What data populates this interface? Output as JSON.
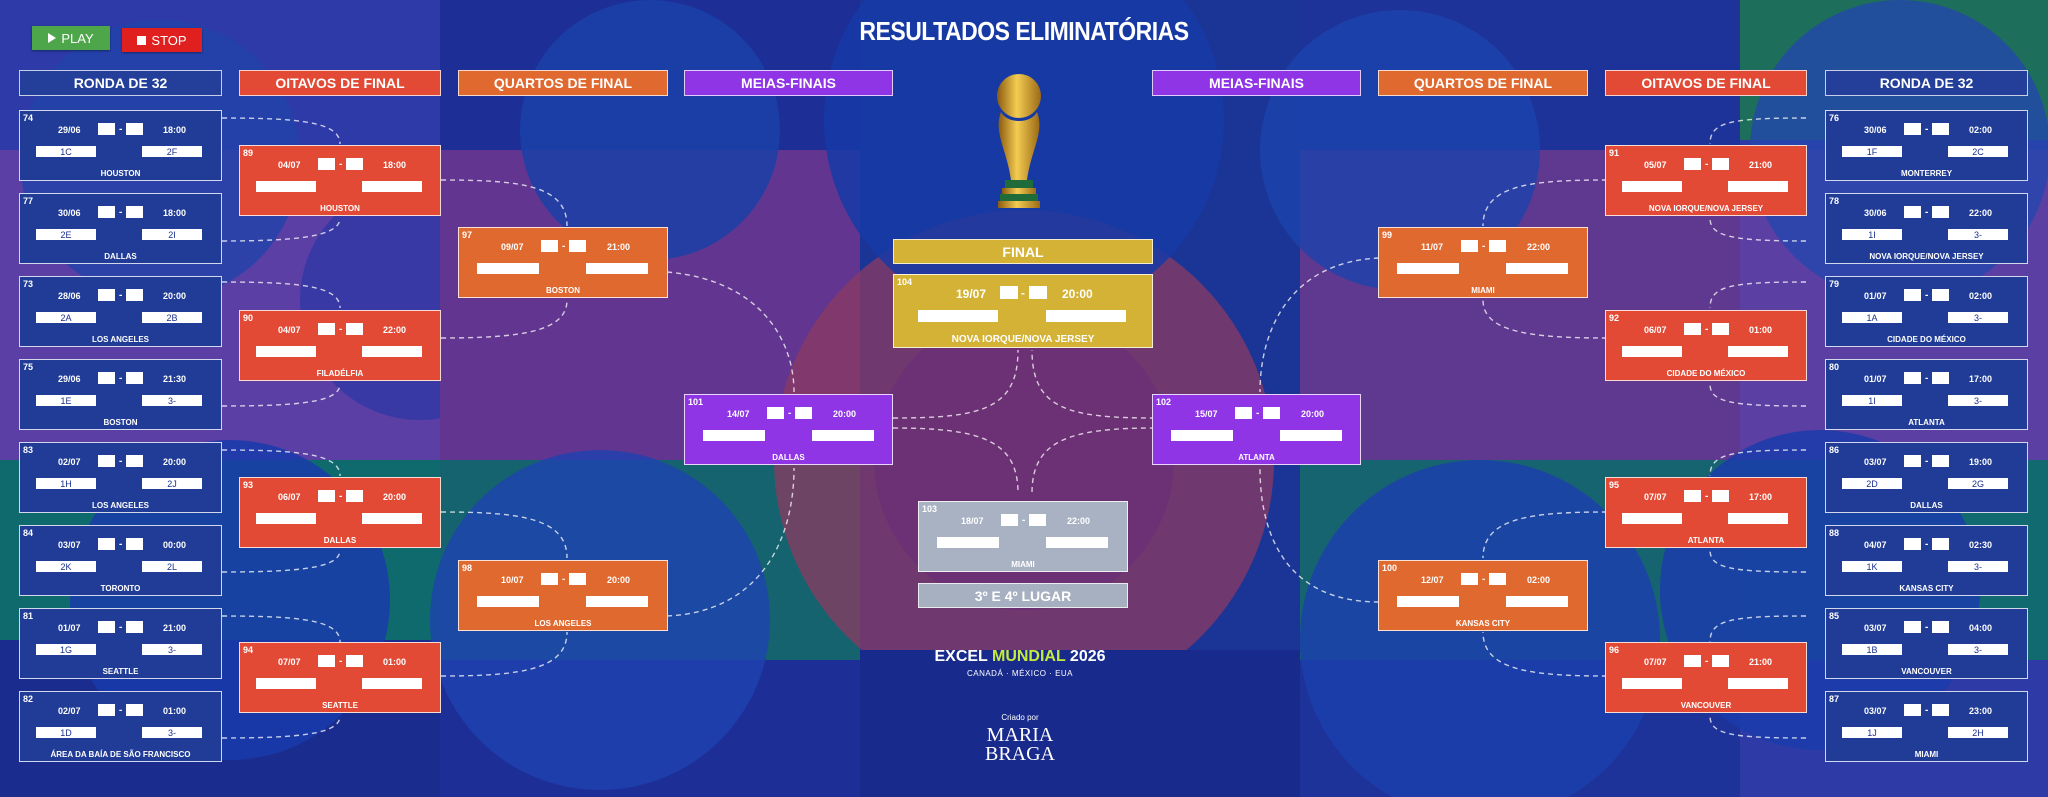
{
  "title": "RESULTADOS ELIMINATÓRIAS",
  "controls": {
    "play": "PLAY",
    "stop": "STOP"
  },
  "rounds": {
    "r32": "RONDA DE 32",
    "o8": "OITAVOS DE FINAL",
    "qf": "QUARTOS DE FINAL",
    "sf": "MEIAS-FINAIS",
    "final": "FINAL",
    "third": "3º E 4º LUGAR"
  },
  "matches": {
    "m74": {
      "num": "74",
      "date": "29/06",
      "time": "18:00",
      "t1": "1C",
      "t2": "2F",
      "venue": "HOUSTON"
    },
    "m77": {
      "num": "77",
      "date": "30/06",
      "time": "18:00",
      "t1": "2E",
      "t2": "2I",
      "venue": "DALLAS"
    },
    "m73": {
      "num": "73",
      "date": "28/06",
      "time": "20:00",
      "t1": "2A",
      "t2": "2B",
      "venue": "LOS ANGELES"
    },
    "m75": {
      "num": "75",
      "date": "29/06",
      "time": "21:30",
      "t1": "1E",
      "t2": "3-",
      "venue": "BOSTON"
    },
    "m83": {
      "num": "83",
      "date": "02/07",
      "time": "20:00",
      "t1": "1H",
      "t2": "2J",
      "venue": "LOS ANGELES"
    },
    "m84": {
      "num": "84",
      "date": "03/07",
      "time": "00:00",
      "t1": "2K",
      "t2": "2L",
      "venue": "TORONTO"
    },
    "m81": {
      "num": "81",
      "date": "01/07",
      "time": "21:00",
      "t1": "1G",
      "t2": "3-",
      "venue": "SEATTLE"
    },
    "m82": {
      "num": "82",
      "date": "02/07",
      "time": "01:00",
      "t1": "1D",
      "t2": "3-",
      "venue": "ÁREA DA BAÍA DE SÃO FRANCISCO"
    },
    "m89": {
      "num": "89",
      "date": "04/07",
      "time": "18:00",
      "t1": "",
      "t2": "",
      "venue": "HOUSTON"
    },
    "m90": {
      "num": "90",
      "date": "04/07",
      "time": "22:00",
      "t1": "",
      "t2": "",
      "venue": "FILADÉLFIA"
    },
    "m93": {
      "num": "93",
      "date": "06/07",
      "time": "20:00",
      "t1": "",
      "t2": "",
      "venue": "DALLAS"
    },
    "m94": {
      "num": "94",
      "date": "07/07",
      "time": "01:00",
      "t1": "",
      "t2": "",
      "venue": "SEATTLE"
    },
    "m97": {
      "num": "97",
      "date": "09/07",
      "time": "21:00",
      "t1": "",
      "t2": "",
      "venue": "BOSTON"
    },
    "m98": {
      "num": "98",
      "date": "10/07",
      "time": "20:00",
      "t1": "",
      "t2": "",
      "venue": "LOS ANGELES"
    },
    "m101": {
      "num": "101",
      "date": "14/07",
      "time": "20:00",
      "t1": "",
      "t2": "",
      "venue": "DALLAS"
    },
    "m102": {
      "num": "102",
      "date": "15/07",
      "time": "20:00",
      "t1": "",
      "t2": "",
      "venue": "ATLANTA"
    },
    "m104": {
      "num": "104",
      "date": "19/07",
      "time": "20:00",
      "t1": "",
      "t2": "",
      "venue": "NOVA IORQUE/NOVA JERSEY"
    },
    "m103": {
      "num": "103",
      "date": "18/07",
      "time": "22:00",
      "t1": "",
      "t2": "",
      "venue": "MIAMI"
    },
    "m99": {
      "num": "99",
      "date": "11/07",
      "time": "22:00",
      "t1": "",
      "t2": "",
      "venue": "MIAMI"
    },
    "m100": {
      "num": "100",
      "date": "12/07",
      "time": "02:00",
      "t1": "",
      "t2": "",
      "venue": "KANSAS CITY"
    },
    "m91": {
      "num": "91",
      "date": "05/07",
      "time": "21:00",
      "t1": "",
      "t2": "",
      "venue": "NOVA IORQUE/NOVA JERSEY"
    },
    "m92": {
      "num": "92",
      "date": "06/07",
      "time": "01:00",
      "t1": "",
      "t2": "",
      "venue": "CIDADE DO MÉXICO"
    },
    "m95": {
      "num": "95",
      "date": "07/07",
      "time": "17:00",
      "t1": "",
      "t2": "",
      "venue": "ATLANTA"
    },
    "m96": {
      "num": "96",
      "date": "07/07",
      "time": "21:00",
      "t1": "",
      "t2": "",
      "venue": "VANCOUVER"
    },
    "m76": {
      "num": "76",
      "date": "30/06",
      "time": "02:00",
      "t1": "1F",
      "t2": "2C",
      "venue": "MONTERREY"
    },
    "m78": {
      "num": "78",
      "date": "30/06",
      "time": "22:00",
      "t1": "1I",
      "t2": "3-",
      "venue": "NOVA IORQUE/NOVA JERSEY"
    },
    "m79": {
      "num": "79",
      "date": "01/07",
      "time": "02:00",
      "t1": "1A",
      "t2": "3-",
      "venue": "CIDADE DO MÉXICO"
    },
    "m80": {
      "num": "80",
      "date": "01/07",
      "time": "17:00",
      "t1": "1I",
      "t2": "3-",
      "venue": "ATLANTA"
    },
    "m86": {
      "num": "86",
      "date": "03/07",
      "time": "19:00",
      "t1": "2D",
      "t2": "2G",
      "venue": "DALLAS"
    },
    "m88": {
      "num": "88",
      "date": "04/07",
      "time": "02:30",
      "t1": "1K",
      "t2": "3-",
      "venue": "KANSAS CITY"
    },
    "m85": {
      "num": "85",
      "date": "03/07",
      "time": "04:00",
      "t1": "1B",
      "t2": "3-",
      "venue": "VANCOUVER"
    },
    "m87": {
      "num": "87",
      "date": "03/07",
      "time": "23:00",
      "t1": "1J",
      "t2": "2H",
      "venue": "MIAMI"
    }
  },
  "brand": {
    "part1": "EXCEL ",
    "part2": "MUNDIAL",
    "part3": " 2026",
    "sub": "CANADÁ · MÉXICO · EUA"
  },
  "credit": {
    "label": "Criado por",
    "name1": "MARIA",
    "name2": "BRAGA"
  },
  "colors": {
    "r32": "#203c96",
    "o8": "#e24a35",
    "qf": "#e0692f",
    "sf": "#8f35e6",
    "final": "#d4b235",
    "third": "#a9b2c2",
    "brand_accent": "#c6ea3c"
  },
  "icons": {
    "play": "play-icon",
    "stop": "stop-icon",
    "trophy": "trophy-icon"
  }
}
